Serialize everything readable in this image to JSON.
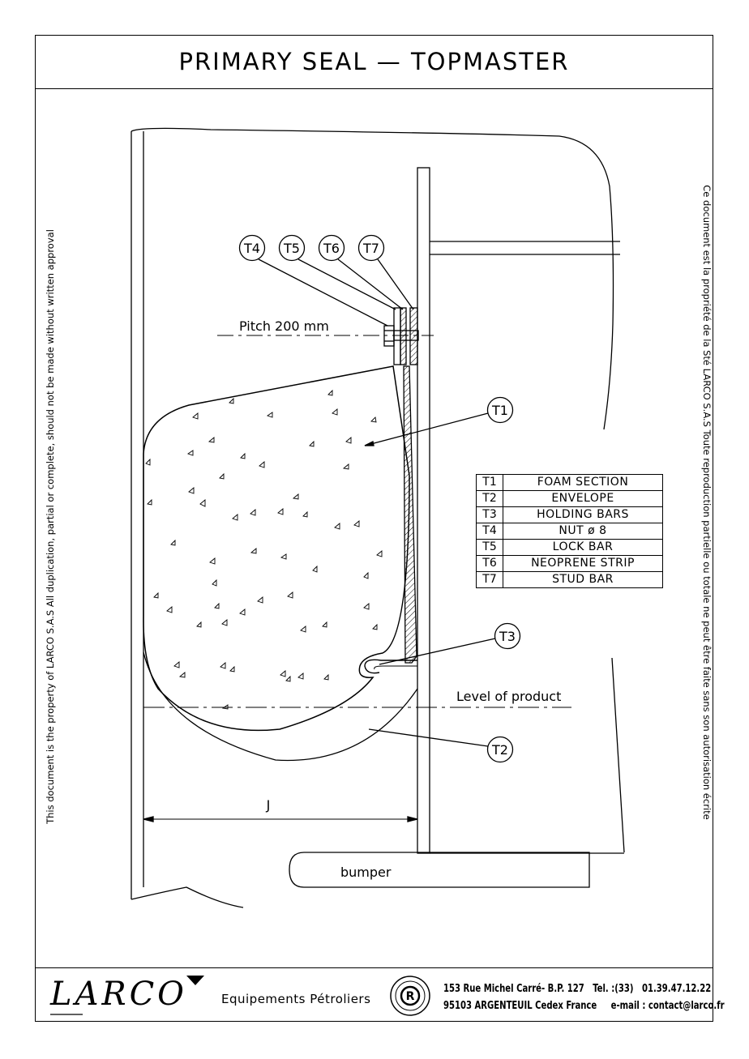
{
  "title": "PRIMARY SEAL — TOPMASTER",
  "side_note_left": "This document is the property of LARCO S.A.S All duplication, partial or complete, should not be made without written approval",
  "side_note_right": "Ce document est la propriété de la Sté LARCO S.A.S Toute reproduction partielle ou totale ne peut être faite sans son autorisation écrite",
  "callouts": {
    "t4": "T4",
    "t5": "T5",
    "t6": "T6",
    "t7": "T7",
    "t1": "T1",
    "t3": "T3",
    "t2": "T2"
  },
  "labels": {
    "pitch": "Pitch 200 mm",
    "level": "Level of product",
    "j": "J",
    "bumper": "bumper"
  },
  "legend": [
    {
      "code": "T1",
      "desc": "FOAM SECTION"
    },
    {
      "code": "T2",
      "desc": "ENVELOPE"
    },
    {
      "code": "T3",
      "desc": "HOLDING BARS"
    },
    {
      "code": "T4",
      "desc": "NUT ø 8"
    },
    {
      "code": "T5",
      "desc": "LOCK BAR"
    },
    {
      "code": "T6",
      "desc": "NEOPRENE STRIP"
    },
    {
      "code": "T7",
      "desc": "STUD BAR"
    }
  ],
  "footer": {
    "logo": "LARCO",
    "company": "Equipements Pétroliers",
    "address_line1": "153 Rue Michel Carré- B.P. 127   Tel. :(33)   01.39.47.12.22",
    "address_line2": "95103 ARGENTEUIL Cedex France     e-mail : contact@larco.fr",
    "emblem_letter": "R"
  }
}
